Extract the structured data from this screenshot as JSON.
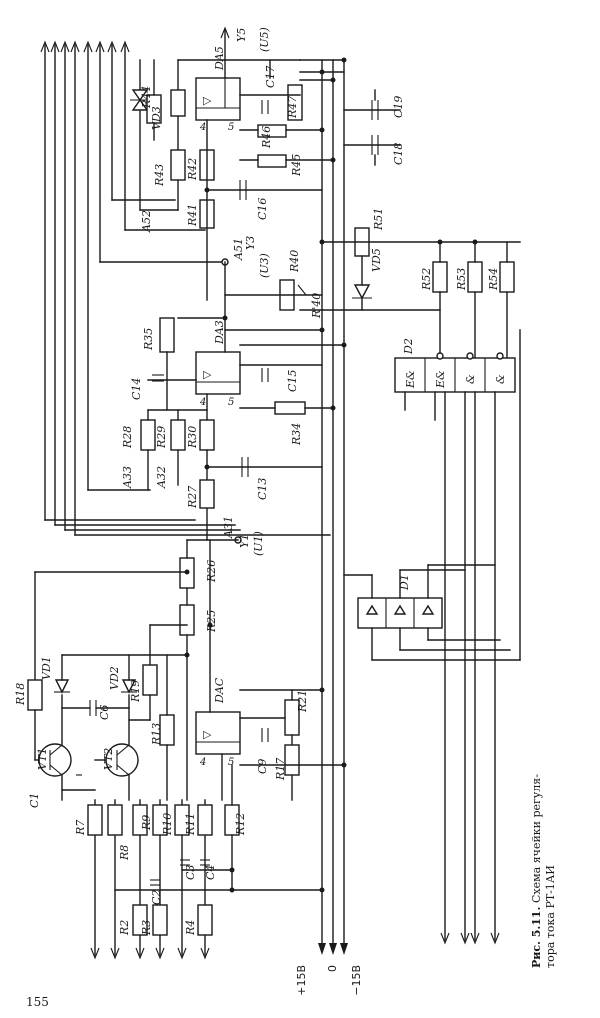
{
  "figure": {
    "caption_label": "Рис. 5.11.",
    "caption_text_line1": "Схема ячейки регуля-",
    "caption_text_line2": "тора тока РТ-1АИ",
    "page_number": "155"
  },
  "rails": {
    "pos": "+15В",
    "zero": "0",
    "neg": "−15В"
  },
  "outputs": {
    "y5": "Y5",
    "u5": "(U5)",
    "y3": "Y3",
    "u3": "(U3)",
    "y1": "Y1",
    "u1": "(U1)"
  },
  "points": {
    "a31": "A31",
    "a32": "A32",
    "a33": "A33",
    "a51": "A51",
    "a52": "A52"
  },
  "opamps": [
    {
      "name": "DA5",
      "pin_in": "4",
      "pin_out": "5",
      "symbol": "▷"
    },
    {
      "name": "DA3",
      "pin_in": "4",
      "pin_out": "5",
      "symbol": "▷"
    },
    {
      "name": "DAC",
      "pin_in": "4",
      "pin_out": "5",
      "symbol": "▷"
    }
  ],
  "logic": {
    "d2": "D2",
    "d1": "D1",
    "gates": [
      "E&",
      "E&",
      "&",
      "&"
    ]
  },
  "resistors": {
    "r2": "R2",
    "r3": "R3",
    "r4": "R4",
    "r7": "R7",
    "r8": "R8",
    "r9": "R9",
    "r10": "R10",
    "r11": "R11",
    "r12": "R12",
    "r13": "R13",
    "r17": "R17",
    "r18": "R18",
    "r19": "R19",
    "r21": "R21",
    "r25": "R25",
    "r26": "R26",
    "r27": "R27",
    "r28": "R28",
    "r29": "R29",
    "r30": "R30",
    "r34": "R34",
    "r35": "R35",
    "r40": "R40",
    "r41": "R41",
    "r42": "R42",
    "r43": "R43",
    "r44": "R44",
    "r45": "R45",
    "r46": "R46",
    "r47": "R47",
    "r51": "R51",
    "r52": "R52",
    "r53": "R53",
    "r54": "R54",
    "r1_40": "R'40"
  },
  "capacitors": {
    "c1": "C1",
    "c2": "C2",
    "c3": "C3",
    "c4": "C4",
    "c6": "C6",
    "c9": "C9",
    "c13": "C13",
    "c14": "C14",
    "c15": "C15",
    "c16": "C16",
    "c17": "C17",
    "c18": "C18",
    "c19": "C19"
  },
  "semis": {
    "vt1": "VT1",
    "vt2": "VT2",
    "vd1": "VD1",
    "vd2": "VD2",
    "vd3": "VD3",
    "vd5": "VD5"
  }
}
